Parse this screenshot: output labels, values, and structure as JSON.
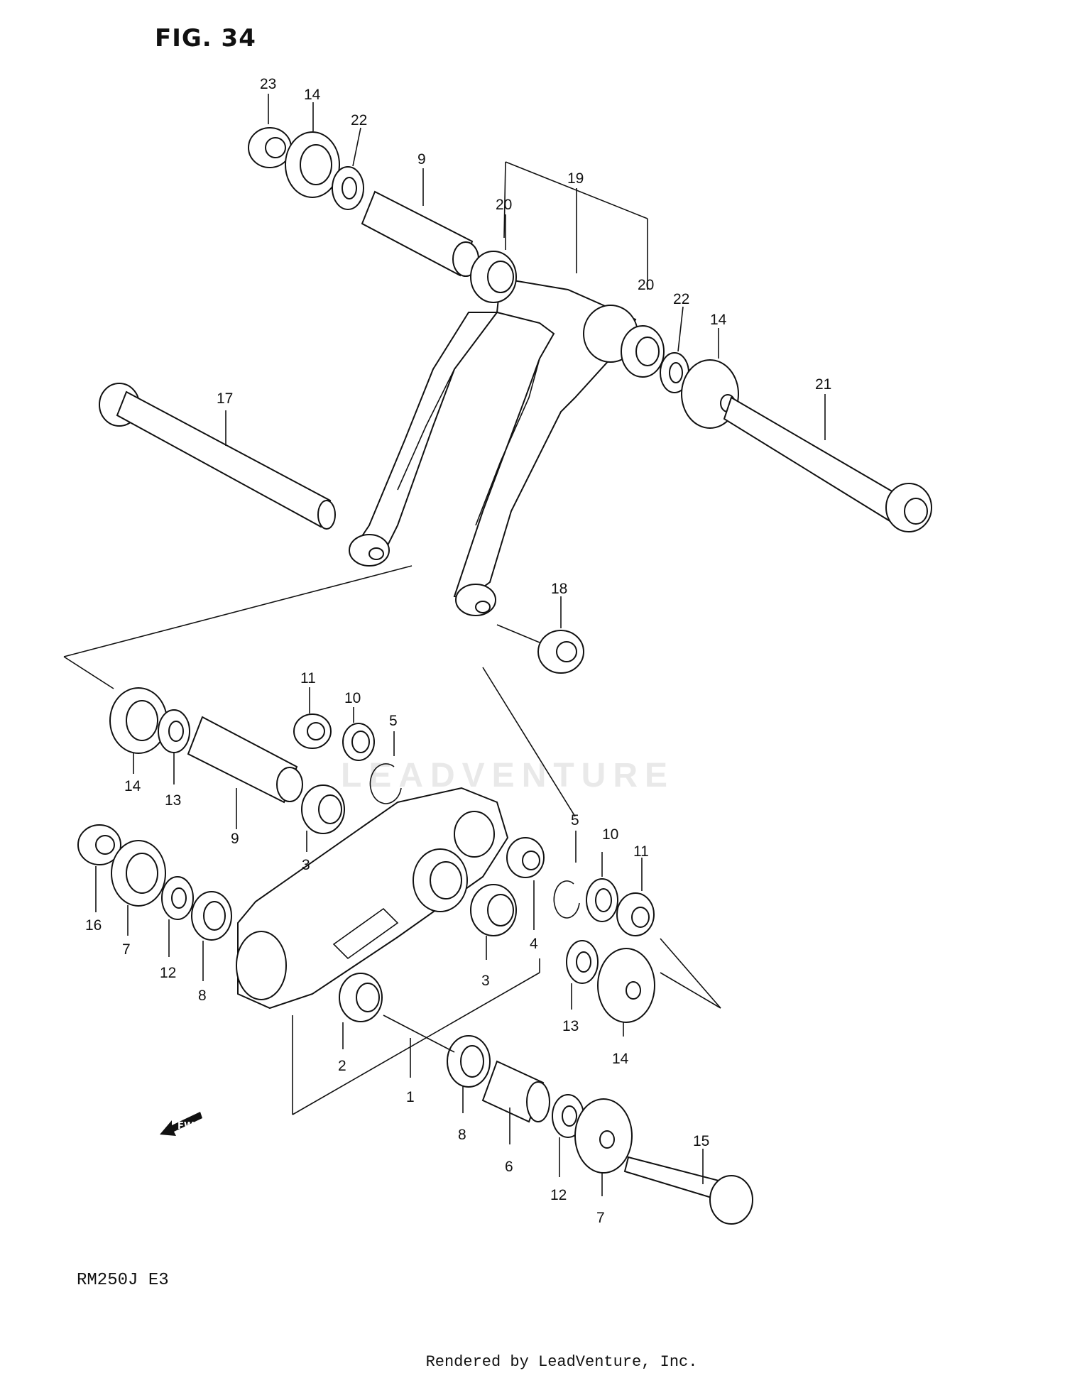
{
  "figure": {
    "title": "FIG. 34",
    "model_code": "RM250J  E3"
  },
  "footer": {
    "rendered_by": "Rendered by LeadVenture, Inc."
  },
  "watermark": {
    "text": "LEADVENTURE"
  },
  "fwd_badge": {
    "label": "FWD"
  },
  "callouts": [
    {
      "id": "c23a",
      "label": "23"
    },
    {
      "id": "c14a",
      "label": "14"
    },
    {
      "id": "c22a",
      "label": "22"
    },
    {
      "id": "c9a",
      "label": "9"
    },
    {
      "id": "c20a",
      "label": "20"
    },
    {
      "id": "c19",
      "label": "19"
    },
    {
      "id": "c20b",
      "label": "20"
    },
    {
      "id": "c22b",
      "label": "22"
    },
    {
      "id": "c14b",
      "label": "14"
    },
    {
      "id": "c21",
      "label": "21"
    },
    {
      "id": "c17",
      "label": "17"
    },
    {
      "id": "c18",
      "label": "18"
    },
    {
      "id": "c11a",
      "label": "11"
    },
    {
      "id": "c10a",
      "label": "10"
    },
    {
      "id": "c5a",
      "label": "5"
    },
    {
      "id": "c14c",
      "label": "14"
    },
    {
      "id": "c13a",
      "label": "13"
    },
    {
      "id": "c9b",
      "label": "9"
    },
    {
      "id": "c3a",
      "label": "3"
    },
    {
      "id": "c5b",
      "label": "5"
    },
    {
      "id": "c10b",
      "label": "10"
    },
    {
      "id": "c11b",
      "label": "11"
    },
    {
      "id": "c16",
      "label": "16"
    },
    {
      "id": "c7a",
      "label": "7"
    },
    {
      "id": "c12a",
      "label": "12"
    },
    {
      "id": "c8a",
      "label": "8"
    },
    {
      "id": "c4",
      "label": "4"
    },
    {
      "id": "c3b",
      "label": "3"
    },
    {
      "id": "c13b",
      "label": "13"
    },
    {
      "id": "c14d",
      "label": "14"
    },
    {
      "id": "c2",
      "label": "2"
    },
    {
      "id": "c1",
      "label": "1"
    },
    {
      "id": "c8b",
      "label": "8"
    },
    {
      "id": "c6",
      "label": "6"
    },
    {
      "id": "c12b",
      "label": "12"
    },
    {
      "id": "c7b",
      "label": "7"
    },
    {
      "id": "c15",
      "label": "15"
    }
  ]
}
